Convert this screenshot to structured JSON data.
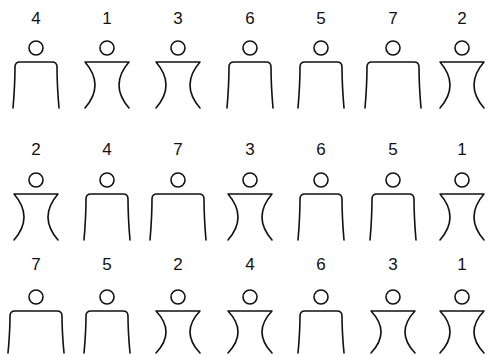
{
  "diagram": {
    "labels": [
      "4",
      "1",
      "3",
      "6",
      "5",
      "7",
      "2",
      "2",
      "4",
      "7",
      "3",
      "6",
      "5",
      "1",
      "7",
      "5",
      "2",
      "4",
      "6",
      "3",
      "1"
    ]
  }
}
